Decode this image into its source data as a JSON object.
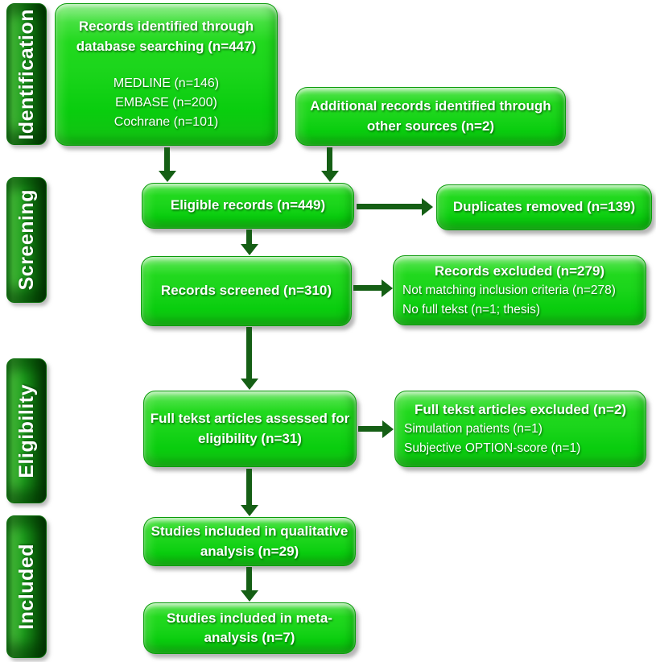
{
  "colors": {
    "box_green": "#1bd51b",
    "box_highlight": "#64ee4e",
    "box_border": "#0b9b0b",
    "ribbon_dark_green": "#0b5f0b",
    "arrow_green": "#155f15",
    "text": "#ffffff",
    "background": "#ffffff"
  },
  "sidebar": {
    "stages": [
      {
        "label": "Identification"
      },
      {
        "label": "Screening"
      },
      {
        "label": "Eligibility"
      },
      {
        "label": "Included"
      }
    ]
  },
  "flow": {
    "records_identified": {
      "title_lines": [
        "Records identified through",
        "database searching (n=447)"
      ],
      "sources": [
        "MEDLINE (n=146)",
        "EMBASE (n=200)",
        "Cochrane (n=101)"
      ]
    },
    "additional_records": {
      "title_lines": [
        "Additional records identified through",
        "other sources (n=2)"
      ]
    },
    "eligible_records": {
      "title": "Eligible records (n=449)"
    },
    "duplicates_removed": {
      "title": "Duplicates removed (n=139)"
    },
    "records_screened": {
      "title": "Records screened (n=310)"
    },
    "records_excluded": {
      "title": "Records excluded (n=279)",
      "reasons": [
        "Not matching inclusion criteria (n=278)",
        "No full tekst (n=1; thesis)"
      ]
    },
    "full_text_assessed": {
      "title_lines": [
        "Full tekst articles assessed for",
        "eligibility (n=31)"
      ]
    },
    "full_text_excluded": {
      "title": "Full tekst articles excluded (n=2)",
      "reasons": [
        "Simulation patients (n=1)",
        "Subjective OPTION-score (n=1)"
      ]
    },
    "qualitative_included": {
      "title_lines": [
        "Studies included in qualitative",
        "analysis (n=29)"
      ]
    },
    "meta_included": {
      "title_lines": [
        "Studies included in meta-",
        "analysis (n=7)"
      ]
    }
  }
}
